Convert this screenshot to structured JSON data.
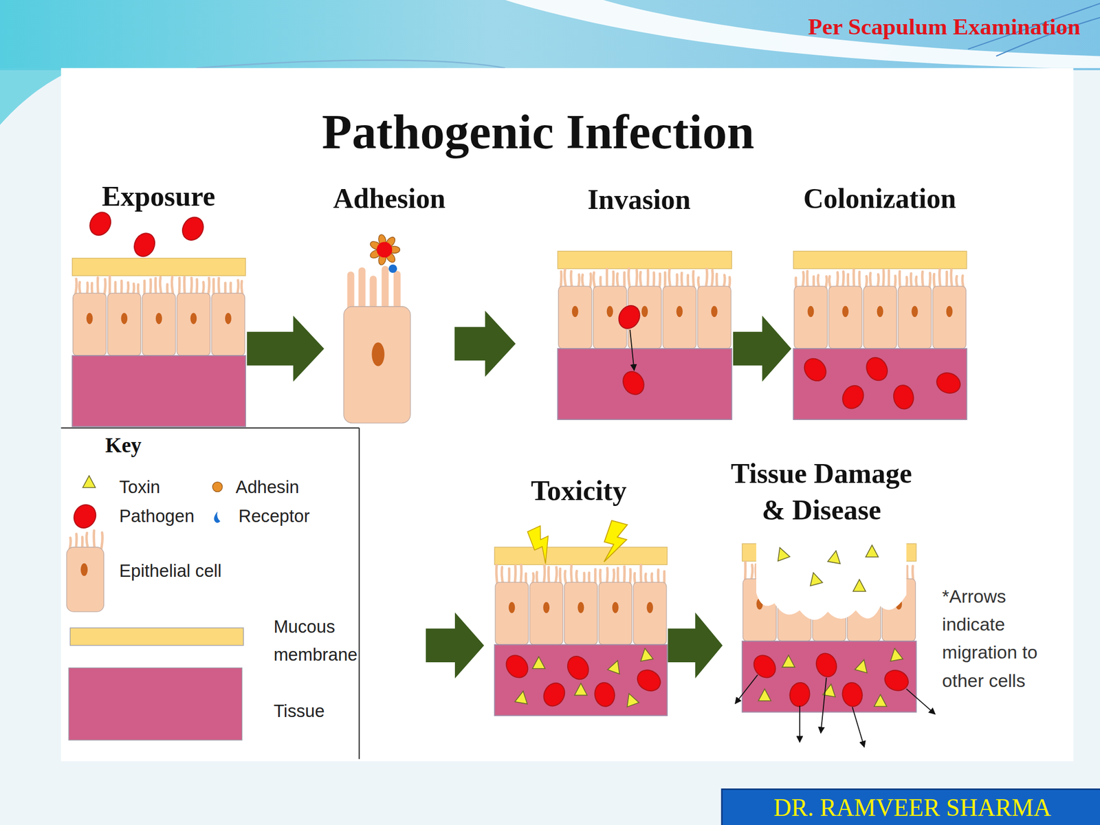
{
  "diagram": {
    "title": "Pathogenic Infection",
    "nodes": [
      {
        "text": [
          "Exposure"
        ]
      },
      {
        "text": [
          "Adhesion"
        ]
      },
      {
        "text": [
          "Invasion"
        ]
      },
      {
        "text": [
          "Colonization"
        ]
      },
      {
        "text": [
          "Toxicity"
        ]
      },
      {
        "text": [
          "Tissue Damage & Disease"
        ]
      },
      {
        "text": [
          "DR. RAMVEER SHARMA"
        ]
      }
    ],
    "edges": [
      {
        "from": 0,
        "to": 1,
        "arrow": "to"
      },
      {
        "from": 1,
        "to": 2,
        "arrow": "to"
      },
      {
        "from": 2,
        "to": 3,
        "arrow": "to"
      },
      {
        "from": 4,
        "to": 5,
        "arrow": "to"
      }
    ],
    "labels": [
      "Per Scapulum Examination",
      "Key",
      "*Arrows indicate migration to other cells"
    ],
    "legend": [
      {
        "text": "Toxin"
      },
      {
        "text": "Adhesin"
      },
      {
        "text": "Pathogen"
      },
      {
        "text": "Receptor"
      },
      {
        "text": "Epithelial cell"
      },
      {
        "text": "Mucous membrane",
        "color": "#fcd97a"
      },
      {
        "text": "Tissue",
        "color": "#d05e88"
      }
    ]
  }
}
